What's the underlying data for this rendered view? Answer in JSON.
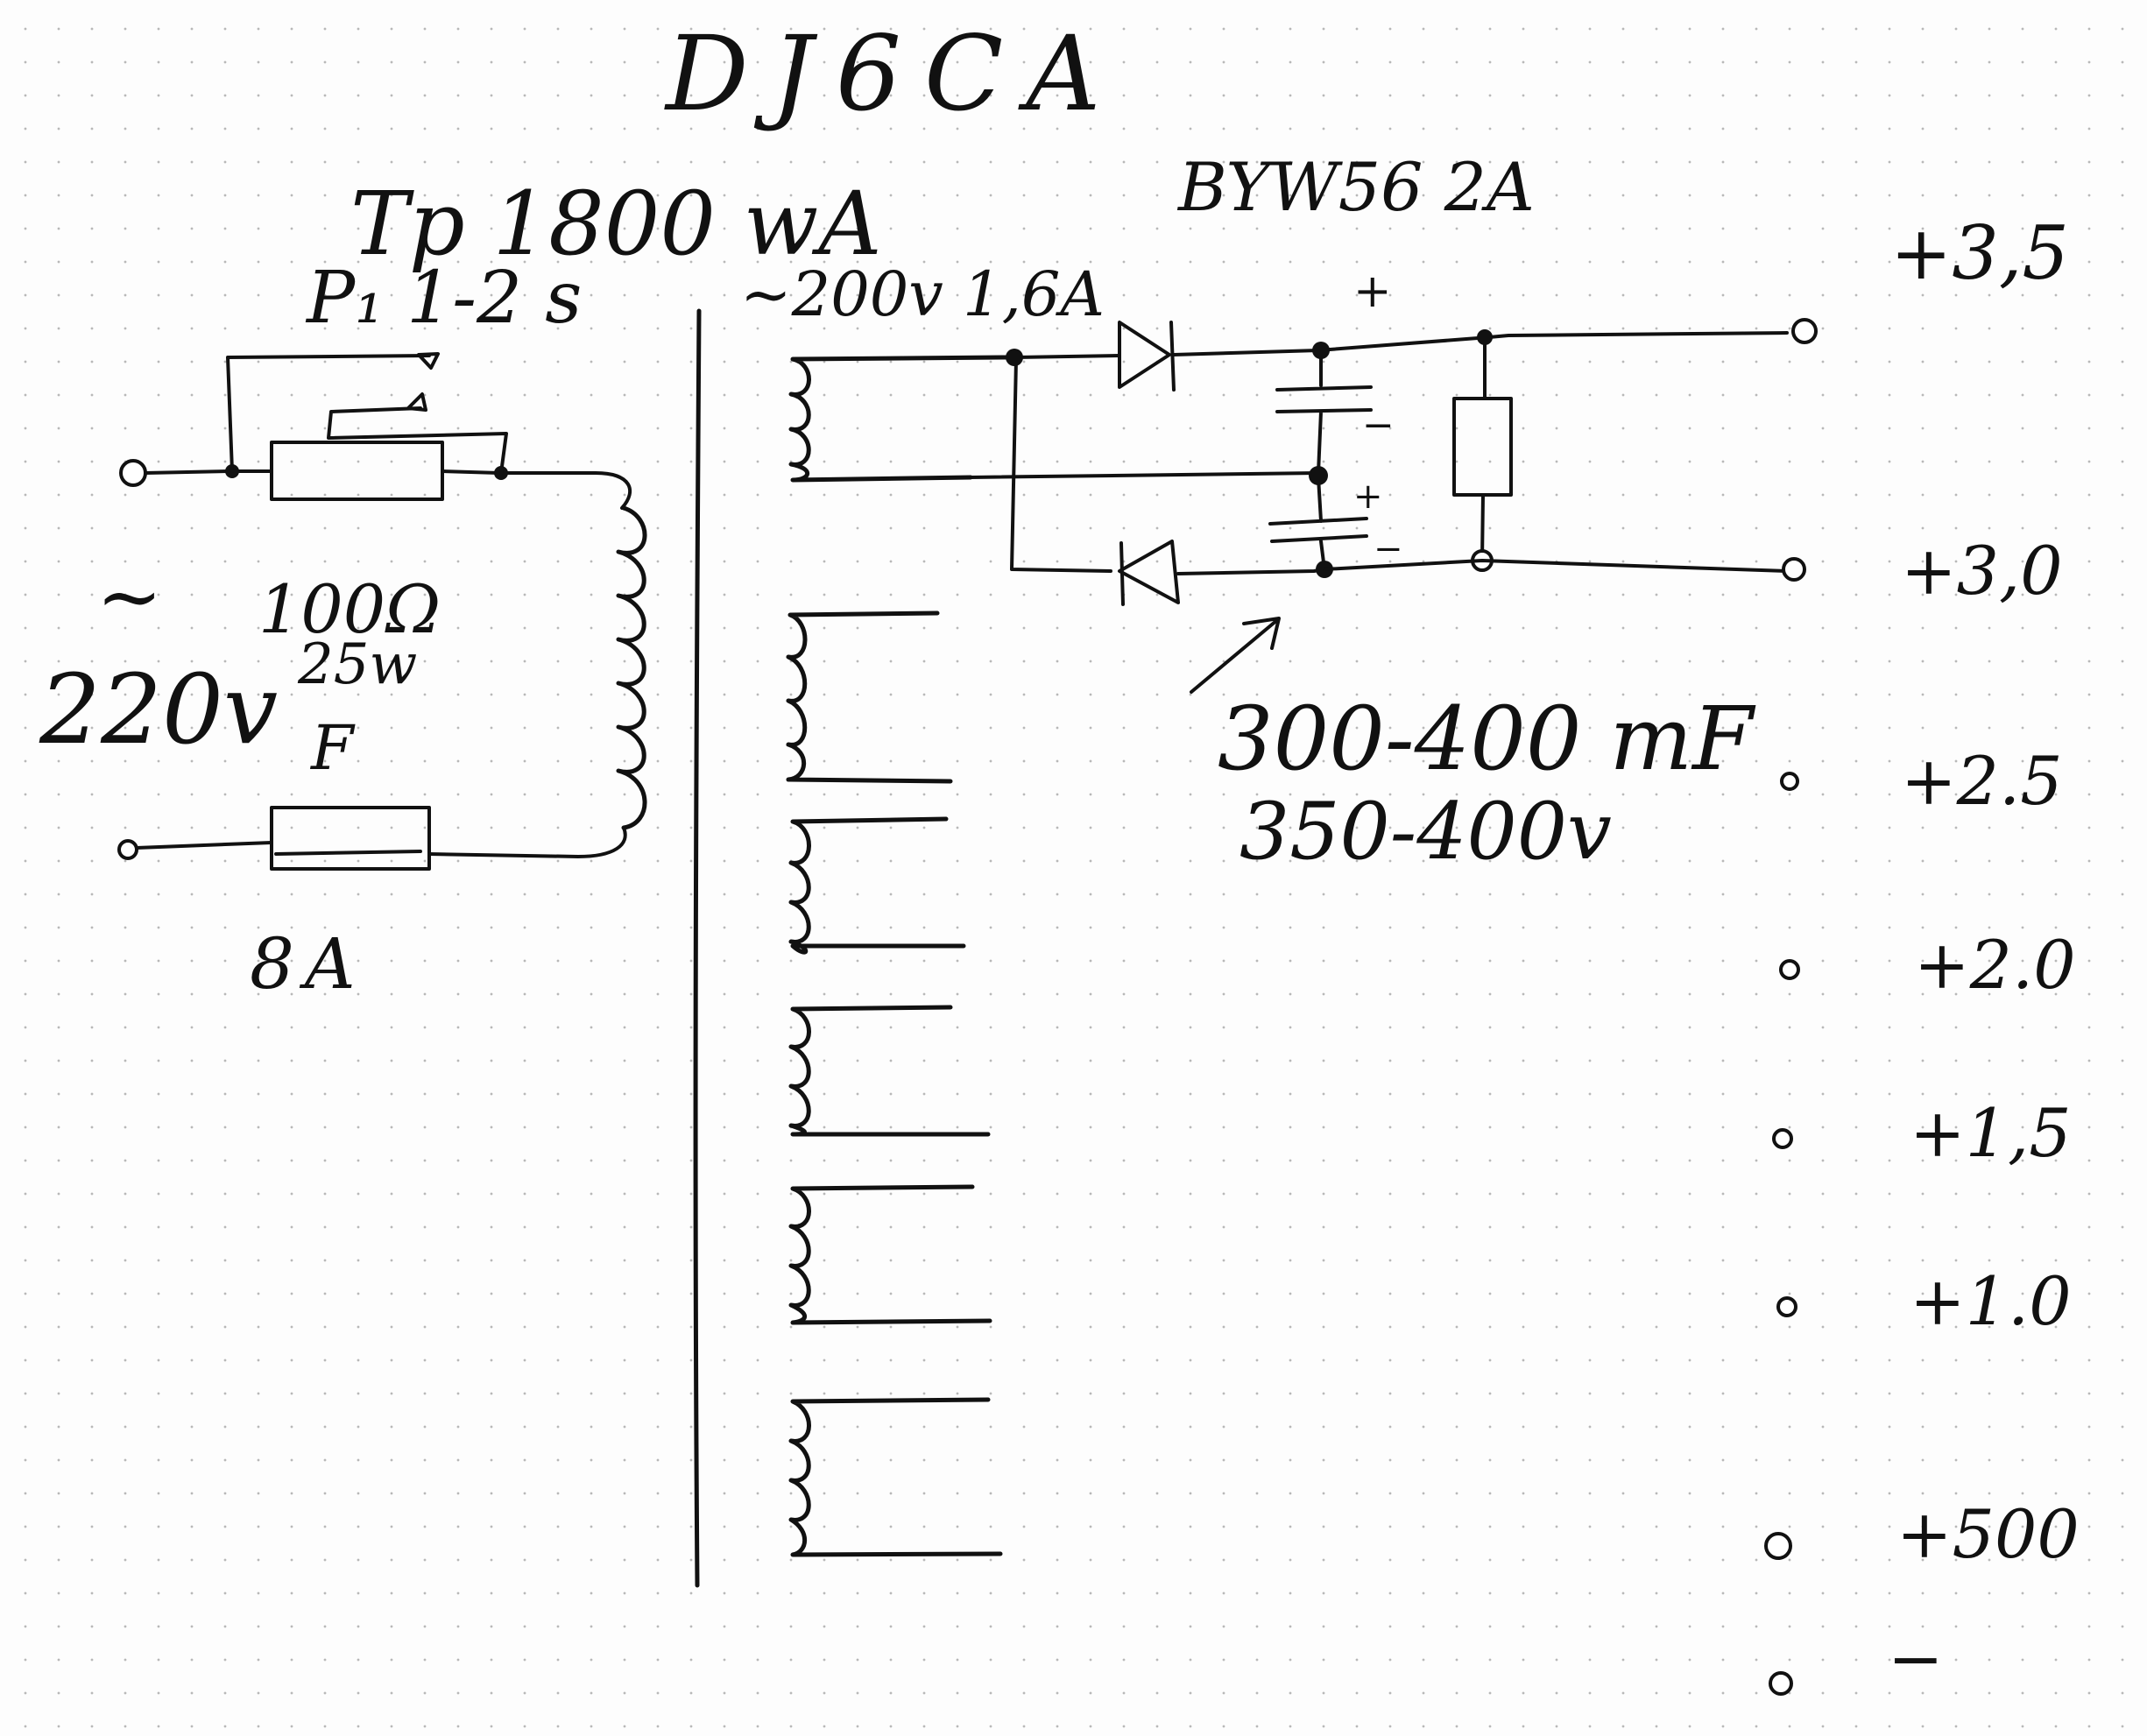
{
  "title": "DJ6CA",
  "transformer": {
    "label": "Tp 1800 wA"
  },
  "relay": {
    "label": "P₁ 1-2 s"
  },
  "mains": {
    "symbol": "~",
    "voltage": "220v"
  },
  "resistor": {
    "value": "100Ω",
    "power": "25w"
  },
  "fuse": {
    "label": "F",
    "rating": "8A"
  },
  "secondary": {
    "label": "~200v 1,6A"
  },
  "diodes": {
    "label": "BYW56 2A"
  },
  "capacitors": {
    "plus_upper": "+",
    "minus_upper": "−",
    "plus_lower": "+",
    "minus_lower": "−",
    "capacitance": "300-400 mF",
    "voltage": "350-400v"
  },
  "outputs": [
    "+3,5",
    "+3,0",
    "+2.5",
    "+2.0",
    "+1,5",
    "+1.0",
    "+500",
    "−"
  ]
}
